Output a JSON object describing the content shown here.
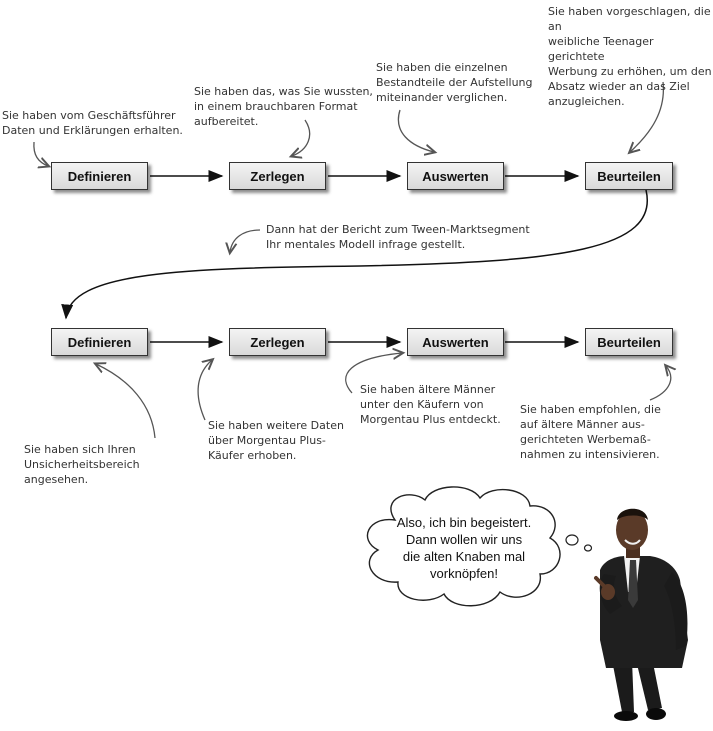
{
  "row1": {
    "steps": [
      "Definieren",
      "Zerlegen",
      "Auswerten",
      "Beurteilen"
    ],
    "notes": {
      "definieren": "Sie haben vom Geschäftsführer\nDaten und Erklärungen erhalten.",
      "zerlegen": "Sie haben das, was Sie wussten,\nin einem brauchbaren Format\naufbereitet.",
      "auswerten": "Sie haben die einzelnen\nBestandteile der Aufstellung\nmiteinander verglichen.",
      "beurteilen": "Sie haben vorgeschlagen, die an\nweibliche Teenager gerichtete\nWerbung zu erhöhen, um den\nAbsatz wieder an das Ziel\nanzugleichen."
    }
  },
  "transition_note": "Dann hat der Bericht zum Tween-Marktsegment\nIhr mentales Modell infrage gestellt.",
  "row2": {
    "steps": [
      "Definieren",
      "Zerlegen",
      "Auswerten",
      "Beurteilen"
    ],
    "notes": {
      "definieren": "Sie haben sich Ihren\nUnsicherheitsbereich\nangesehen.",
      "zerlegen": "Sie haben weitere Daten\nüber Morgentau Plus-\nKäufer erhoben.",
      "auswerten": "Sie haben ältere Männer\nunter den Käufern von\nMorgentau Plus entdeckt.",
      "beurteilen": "Sie haben empfohlen, die\nauf ältere Männer aus-\ngerichteten Werbemaß-\nnahmen zu intensivieren."
    }
  },
  "thought_bubble": "Also, ich bin begeistert.\nDann wollen wir uns\ndie alten Knaben mal\nvorknöpfen!",
  "colors": {
    "box_border": "#333333",
    "arrow": "#111111",
    "pencil": "#555555",
    "suit": "#1b1b1b"
  }
}
